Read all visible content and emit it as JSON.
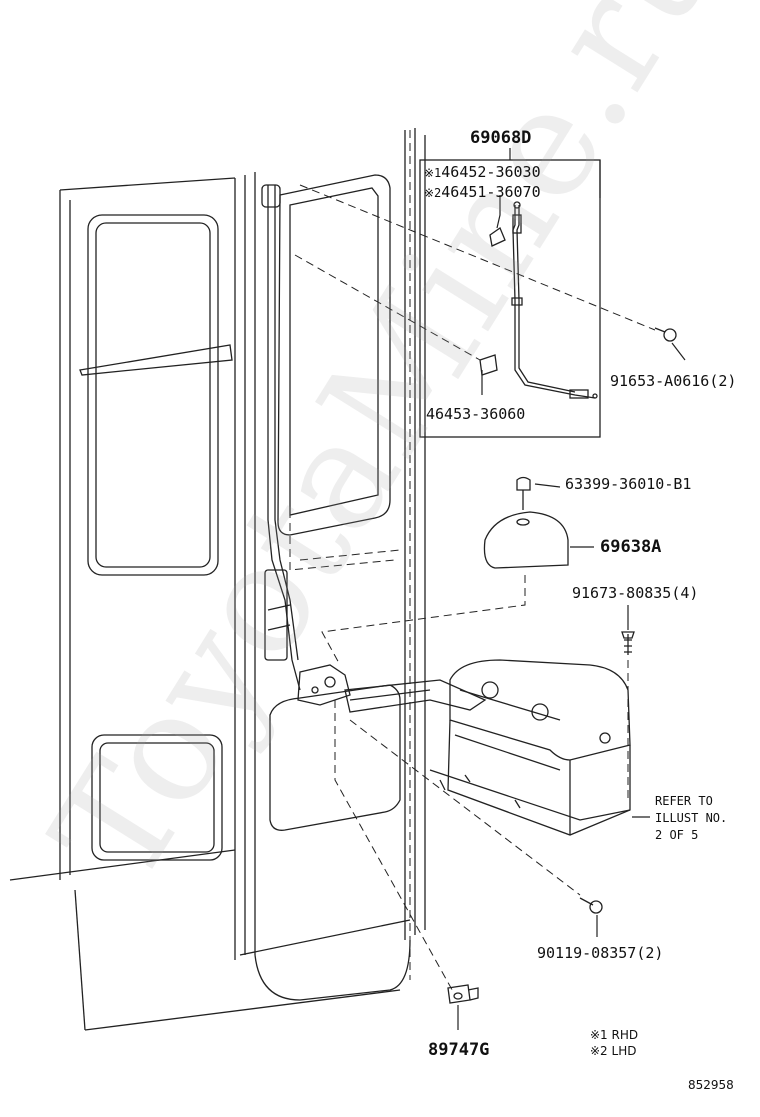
{
  "watermark": "ToyotaMine.ru",
  "callouts": {
    "assembly_main": "69068D",
    "rhd_part": "46452-36030",
    "lhd_part": "46451-36070",
    "rhd_mark": "※1",
    "lhd_mark": "※2",
    "clip_part": "46453-36060",
    "screw_top": "91653-A0616(2)",
    "cap_part": "63399-36010-B1",
    "cover_assembly": "69638A",
    "bolt_right": "91673-80835(4)",
    "screw_bottom": "90119-08357(2)",
    "bottom_assembly": "89747G"
  },
  "refer_note": [
    "REFER TO",
    "ILLUST NO.",
    "2 OF 5"
  ],
  "legend": {
    "rhd": "※1 RHD",
    "lhd": "※2 LHD"
  },
  "figure_number": "852958"
}
